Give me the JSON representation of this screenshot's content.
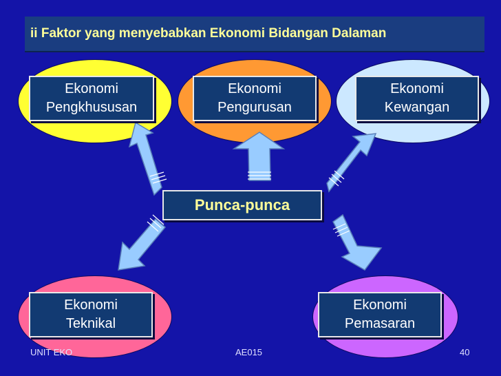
{
  "title": "ii Faktor yang menyebabkan Ekonomi Bidangan Dalaman",
  "center": "Punca-punca",
  "nodes": [
    {
      "line1": "Ekonomi",
      "line2": "Pengkhususan",
      "fill": "#ffff33"
    },
    {
      "line1": "Ekonomi",
      "line2": "Pengurusan",
      "fill": "#ff9933"
    },
    {
      "line1": "Ekonomi",
      "line2": "Kewangan",
      "fill": "#cce8ff"
    },
    {
      "line1": "Ekonomi",
      "line2": "Teknikal",
      "fill": "#ff6699"
    },
    {
      "line1": "Ekonomi",
      "line2": "Pemasaran",
      "fill": "#cc66ff"
    }
  ],
  "footer": {
    "left": "UNIT EKO",
    "center": "AE015",
    "page": "40"
  },
  "colors": {
    "background": "#1414a8",
    "title_text": "#ffff99",
    "box_fill": "#123a72",
    "arrow_fill": "#99ccff"
  }
}
